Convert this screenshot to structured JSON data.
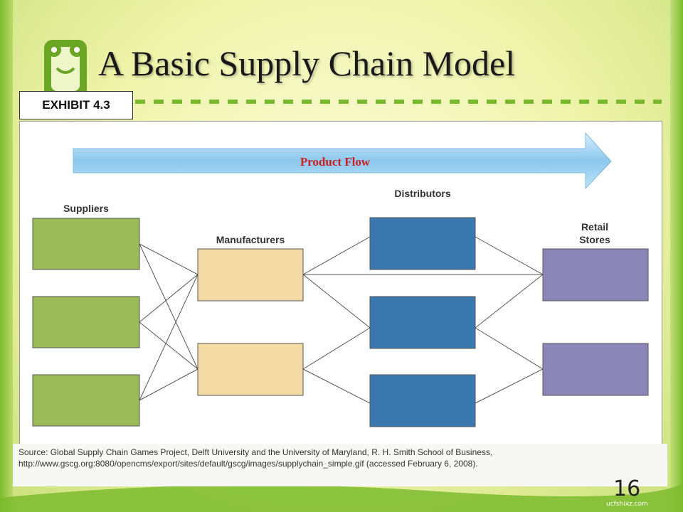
{
  "slide": {
    "title": "A Basic Supply Chain Model",
    "exhibit_label": "EXHIBIT 4.3",
    "page_number": "16",
    "source_text": "Source: Global Supply Chain Games Project, Delft University and the University of Maryland, R. H. Smith School of Business, http://www.gscg.org:8080/opencms/export/sites/default/gscg/images/supplychain_simple.gif (accessed February 6, 2008).",
    "watermark": "ucfshixz.com"
  },
  "diagram": {
    "flow_label": "Product Flow",
    "columns": {
      "suppliers": "Suppliers",
      "manufacturers": "Manufacturers",
      "distributors": "Distributors",
      "retail_line1": "Retail",
      "retail_line2": "Stores"
    },
    "colors": {
      "supplier": "#9bbb59",
      "manufacturer": "#f4dba5",
      "distributor": "#3b78b0",
      "retail": "#8c85b8",
      "arrow": "#8cc8ee",
      "flow_text": "#cc1f1f"
    }
  }
}
